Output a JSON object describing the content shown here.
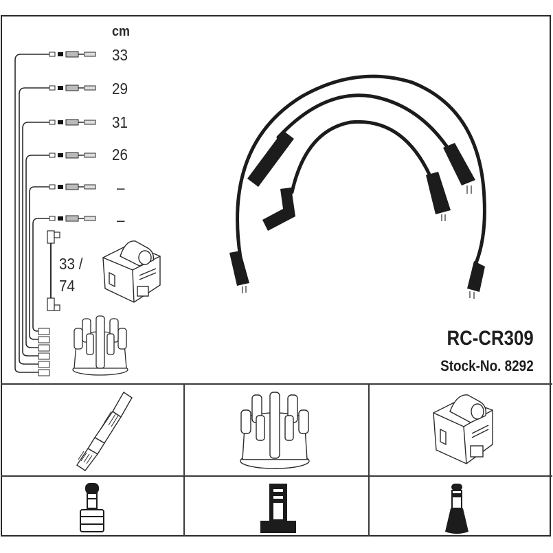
{
  "product": {
    "code": "RC-CR309",
    "stock_label": "Stock-No. 8292"
  },
  "lengths": {
    "unit": "cm",
    "wires": [
      {
        "value": "33"
      },
      {
        "value": "29"
      },
      {
        "value": "31"
      },
      {
        "value": "26"
      },
      {
        "value": "–"
      },
      {
        "value": "–"
      }
    ],
    "coil_wire": {
      "line1": "33 /",
      "line2": "74"
    }
  },
  "parts_table": {
    "row1": [
      {
        "icon": "spark-plug-icon"
      },
      {
        "icon": "distributor-cap-icon"
      },
      {
        "icon": "ignition-coil-icon"
      }
    ],
    "row2": [
      {
        "icon": "plug-terminal-ribbed-icon"
      },
      {
        "icon": "distributor-terminal-icon"
      },
      {
        "icon": "coil-terminal-boot-icon"
      }
    ]
  },
  "colors": {
    "line": "#2a2a2a",
    "background": "#ffffff",
    "cable": "#1c1c1c"
  }
}
